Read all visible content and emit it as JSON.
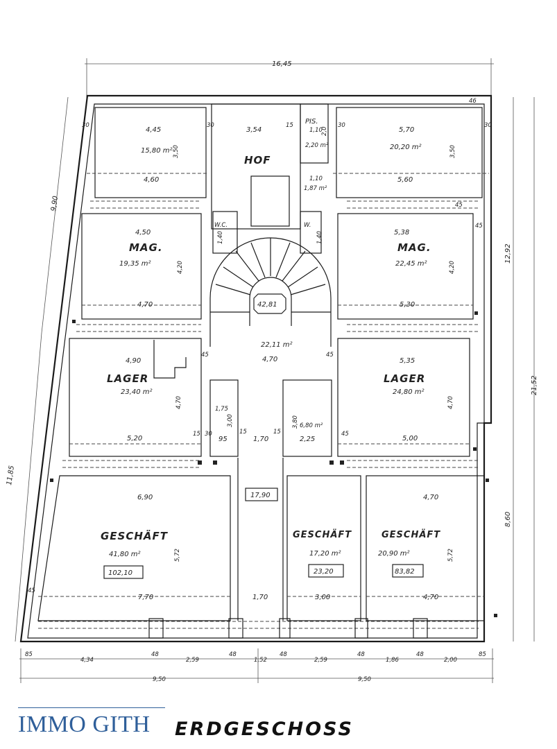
{
  "footer": {
    "logo": "IMMO GITH",
    "title": "ERDGESCHOSS"
  },
  "rooms": {
    "hof": {
      "name": "HOF"
    },
    "pis": {
      "name": "PIS.",
      "width": "1,10",
      "height": "2,0",
      "area": "2,20 m²"
    },
    "pis_lower": {
      "width": "1,10",
      "area": "1,87 m²"
    },
    "wc_left": {
      "name": "W.C.",
      "dim": "1,40"
    },
    "wc_right": {
      "name": "W.",
      "dim": "1,40"
    },
    "room_tl": {
      "top": "4,45",
      "area": "15,80 m²",
      "height": "3,50",
      "bottom": "4,60"
    },
    "room_tc": {
      "width": "3,54"
    },
    "room_tr": {
      "top": "5,70",
      "area": "20,20 m²",
      "height": "3,50",
      "bottom": "5,60"
    },
    "mag_left": {
      "name": "MAG.",
      "top": "4,50",
      "area": "19,35 m²",
      "height": "4,20",
      "bottom": "4,70"
    },
    "mag_right": {
      "name": "MAG.",
      "top": "5,38",
      "area": "22,45 m²",
      "height": "4,20",
      "bottom": "5,30"
    },
    "stair": {
      "area_box": "42,81",
      "area": "22,11 m²",
      "width": "4,70"
    },
    "lager_left": {
      "name": "LAGER",
      "top": "4,90",
      "area": "23,40 m²",
      "height": "4,70",
      "bottom": "5,20"
    },
    "lager_right": {
      "name": "LAGER",
      "top": "5,35",
      "area": "24,80 m²",
      "height": "4,70",
      "bottom": "5,00"
    },
    "small_left": {
      "w": "1,75",
      "h": "3,00",
      "bottom": "95"
    },
    "small_right": {
      "w": "3,80",
      "area": "6,80 m²",
      "bottom": "2,25"
    },
    "corridor": {
      "bottom": "1,70",
      "box": "17,90",
      "lower": "1,70"
    },
    "geschaeft_1": {
      "name": "GESCHÄFT",
      "top": "6,90",
      "area": "41,80 m²",
      "box": "102,10",
      "height": "5,72",
      "bottom": "7,70"
    },
    "geschaeft_2": {
      "name": "GESCHÄFT",
      "area": "17,20 m²",
      "box": "23,20",
      "bottom": "3,00"
    },
    "geschaeft_3": {
      "name": "GESCHÄFT",
      "top": "4,70",
      "area": "20,90 m²",
      "box": "83,82",
      "height": "5,72",
      "bottom": "4,70"
    }
  },
  "dims": {
    "overall_top": "16,45",
    "left_upper": "9,90",
    "left_lower": "11,85",
    "right_1": "12,92",
    "right_2": "21,52",
    "right_3": "8,60",
    "wall_30a": "30",
    "wall_30b": "30",
    "wall_30c": "30",
    "wall_30d": "30",
    "wall_15a": "15",
    "wall_46": "46",
    "wall_45a": "45",
    "wall_45b": "45",
    "wall_45c": "45",
    "wall_45d": "45",
    "wall_45e": "45",
    "wall_45f": "45",
    "wall_15b": "15",
    "wall_15c": "15",
    "wall_15d": "15",
    "wall_30e": "30",
    "bottom_row": [
      "85",
      "4,34",
      "48",
      "2,59",
      "48",
      "1,52",
      "48",
      "2,59",
      "48",
      "1,86",
      "48",
      "2,00",
      "85"
    ],
    "total_left": "9,50",
    "total_right": "9,50"
  }
}
